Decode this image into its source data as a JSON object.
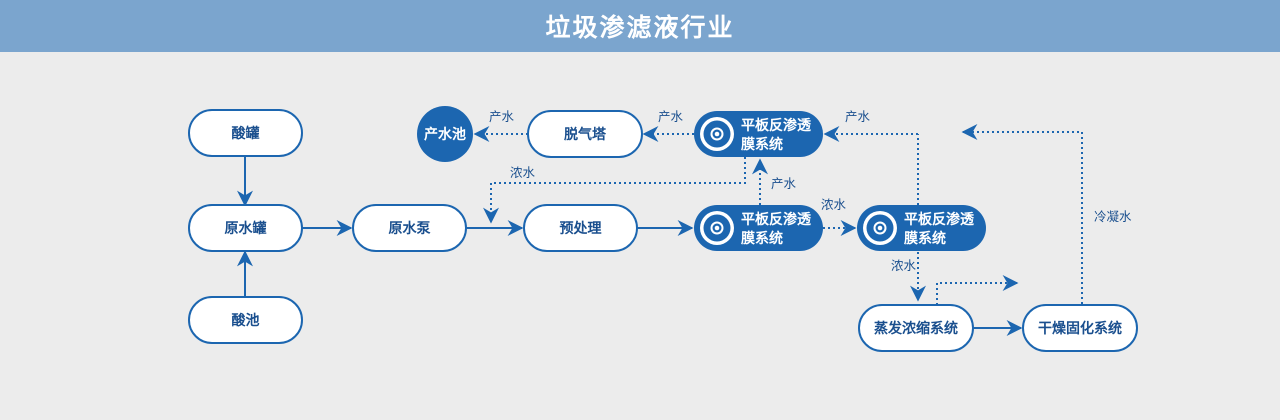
{
  "page": {
    "title": "垃圾渗滤液行业",
    "colors": {
      "header_bg": "#7ba5ce",
      "background": "#ececec",
      "primary": "#1c66b0",
      "node_fill": "#ffffff",
      "text_dark": "#1a4f8e"
    }
  },
  "nodes": {
    "acid_tank": {
      "label": "酸罐"
    },
    "raw_water_tank": {
      "label": "原水罐"
    },
    "acid_pool": {
      "label": "酸池"
    },
    "raw_water_pump": {
      "label": "原水泵"
    },
    "pretreatment": {
      "label": "预处理"
    },
    "product_water_pool": {
      "label": "产水池"
    },
    "degassing_tower": {
      "label": "脱气塔"
    },
    "ro_top": {
      "line1": "平板反渗透",
      "line2": "膜系统",
      "icon": "disc-icon"
    },
    "ro_mid": {
      "line1": "平板反渗透",
      "line2": "膜系统",
      "icon": "disc-icon"
    },
    "ro_second": {
      "line1": "平板反渗透",
      "line2": "膜系统",
      "icon": "disc-icon"
    },
    "evaporation": {
      "label": "蒸发浓缩系统"
    },
    "drying": {
      "label": "干燥固化系统"
    }
  },
  "edge_labels": {
    "product_to_pool": "产水",
    "product_to_degas": "产水",
    "product_to_ro_top": "产水",
    "concentrate_top": "浓水",
    "product_mid_up": "产水",
    "concentrate_mid": "浓水",
    "concentrate_second": "浓水",
    "condensate": "冷凝水"
  }
}
